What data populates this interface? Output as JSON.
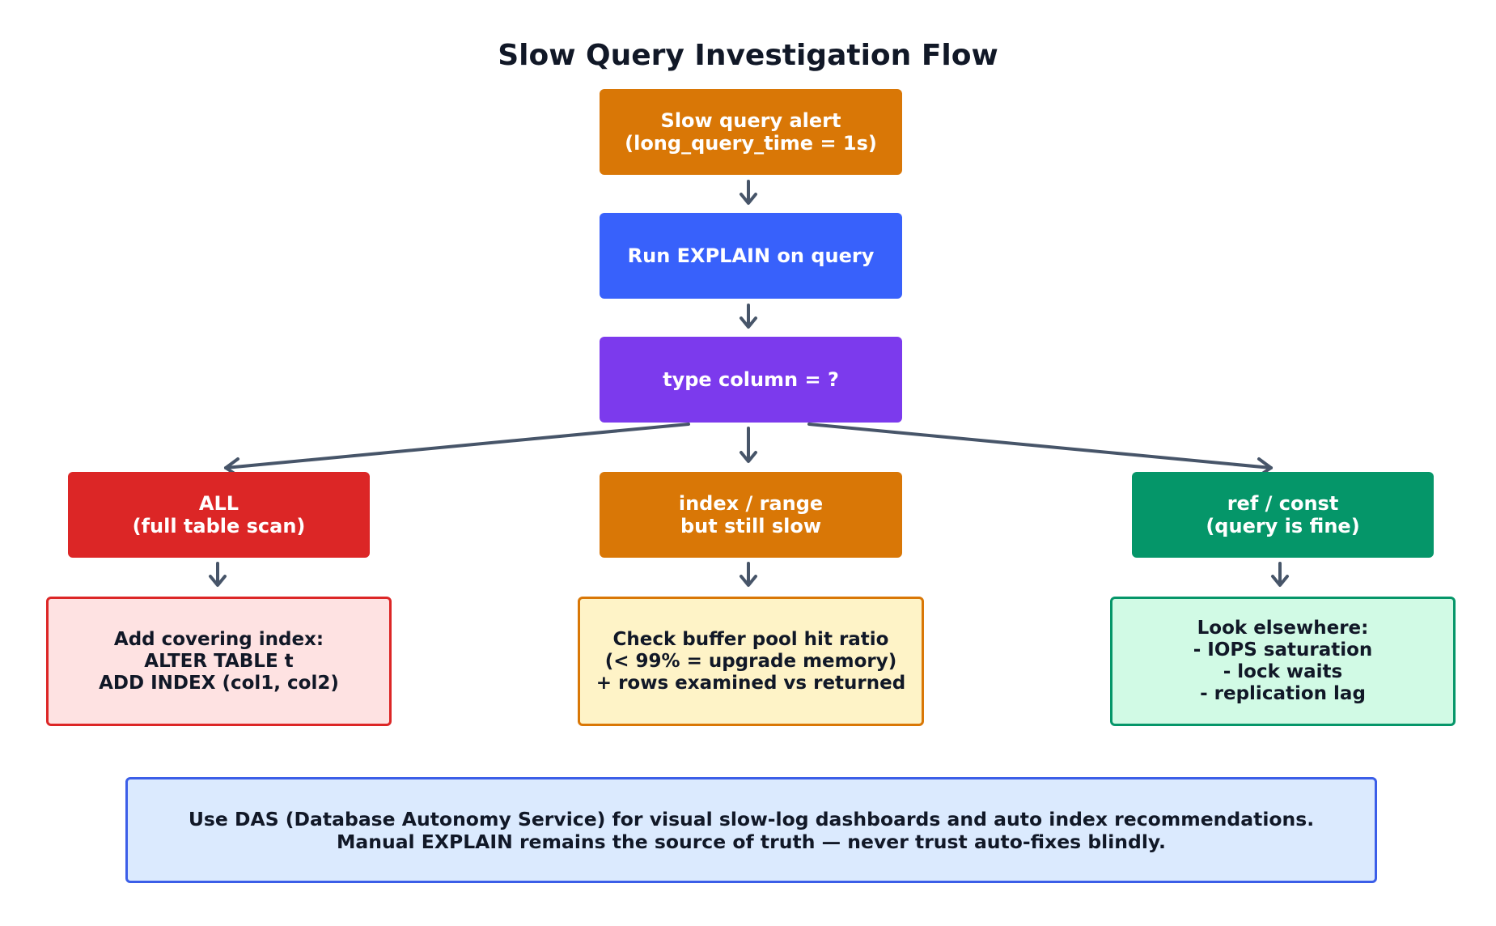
{
  "title": "Slow Query Investigation Flow",
  "nodes": {
    "alert": "Slow query alert\n(long_query_time = 1s)",
    "explain": "Run EXPLAIN on query",
    "type_check": "type column = ?",
    "branch_all": "ALL\n(full table scan)",
    "branch_range": "index / range\nbut still slow",
    "branch_ref": "ref / const\n(query is fine)"
  },
  "actions": {
    "all": "Add covering index:\nALTER TABLE t\nADD INDEX (col1, col2)",
    "range": "Check buffer pool hit ratio\n(< 99% = upgrade memory)\n+ rows examined vs returned",
    "ref": "Look elsewhere:\n- IOPS saturation\n- lock waits\n- replication lag"
  },
  "footer": "Use DAS (Database Autonomy Service) for visual slow-log dashboards and auto index recommendations.\nManual EXPLAIN remains the source of truth — never trust auto-fixes blindly.",
  "colors": {
    "alert": "#d97706",
    "explain": "#3861fb",
    "type_check": "#7c3aed",
    "branch_all": "#dc2626",
    "branch_range": "#d97706",
    "branch_ref": "#059669",
    "arrow": "#475569"
  }
}
